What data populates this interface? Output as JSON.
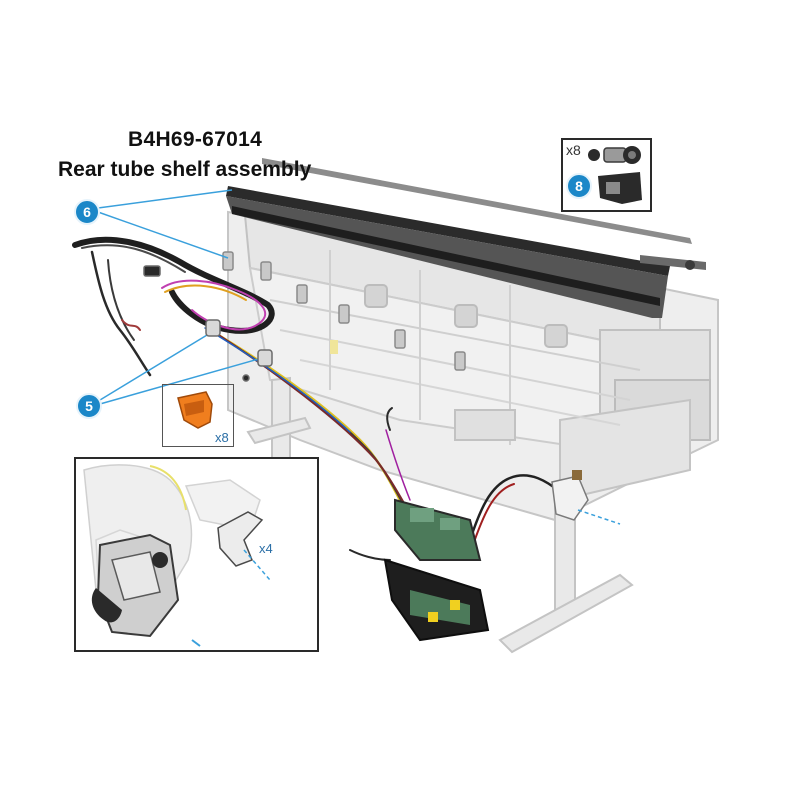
{
  "diagram": {
    "part_number": "B4H69-67014",
    "part_name": "Rear tube shelf assembly",
    "callouts": {
      "six": "6",
      "five": "5",
      "eight": "8"
    },
    "quantities": {
      "kit_top": "x8",
      "clip": "x8",
      "inset_part": "x4"
    },
    "colors": {
      "callout": "#1b87c8",
      "orange_clip": "#f07e1e",
      "frame": "#2a2a2a",
      "leader": "#3aa0dc"
    }
  }
}
